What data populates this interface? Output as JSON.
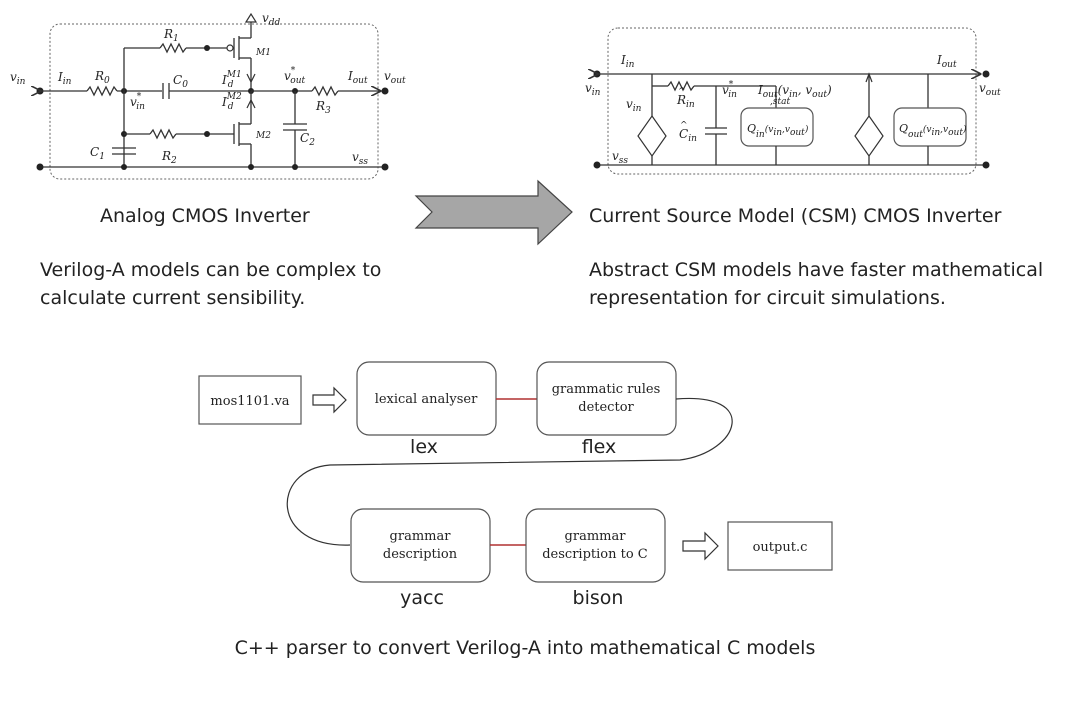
{
  "analog": {
    "caption": "Analog CMOS Inverter",
    "desc_line1": "Verilog-A models can be complex to",
    "desc_line2": "calculate current sensibility.",
    "labels": {
      "vdd": "v",
      "vdd_sub": "dd",
      "vin": "v",
      "vin_sub": "in",
      "iin": "I",
      "iin_sub": "in",
      "r0": "R",
      "r0_sub": "0",
      "r1": "R",
      "r1_sub": "1",
      "r2": "R",
      "r2_sub": "2",
      "r3": "R",
      "r3_sub": "3",
      "c0": "C",
      "c0_sub": "0",
      "c1": "C",
      "c1_sub": "1",
      "c2": "C",
      "c2_sub": "2",
      "m1": "M1",
      "m2": "M2",
      "id_m1": "I",
      "id_m1_sub": "d",
      "id_m1_sup": "M1",
      "id_m2": "I",
      "id_m2_sub": "d",
      "id_m2_sup": "M2",
      "vin_star": "v",
      "vin_star_sub": "in",
      "star": "*",
      "vout_star": "v",
      "vout_star_sub": "out",
      "iout": "I",
      "iout_sub": "out",
      "vout": "v",
      "vout_sub": "out",
      "vss": "v",
      "vss_sub": "ss"
    }
  },
  "csm": {
    "caption": "Current Source Model (CSM) CMOS Inverter",
    "desc_line1": "Abstract CSM models have faster mathematical",
    "desc_line2": "representation for circuit simulations.",
    "labels": {
      "iin": "I",
      "iin_sub": "in",
      "vin": "v",
      "vin_sub": "in",
      "vin_src": "v",
      "vin_src_sub": "in",
      "rin": "R",
      "rin_sub": "in",
      "hat": "^",
      "cin": "C",
      "cin_sub": "in",
      "vin_star": "v",
      "vin_star_sub": "in",
      "star": "*",
      "iout_stat": "I",
      "iout_stat_sub": "out",
      "iout_stat_args": "(v",
      "iout_stat_args_sub": "in",
      "iout_stat_args_rest": ", v",
      "iout_stat_args_sub2": "out",
      "iout_stat_close": ")",
      "stat": ",stat",
      "qin": "Q",
      "qin_sub": "in",
      "qin_args": "(v",
      "qin_args_sub": "in",
      "qin_args_rest": ",v",
      "qin_args_sub2": "out",
      "qin_close": ")",
      "qout": "Q",
      "qout_sub": "out",
      "qout_args": "(v",
      "qout_args_sub": "in",
      "qout_args_rest": ",v",
      "qout_args_sub2": "out",
      "qout_close": ")",
      "iout": "I",
      "iout_sub": "out",
      "vout": "v",
      "vout_sub": "out",
      "vss": "v",
      "vss_sub": "ss"
    }
  },
  "flow": {
    "input_file": "mos1101.va",
    "lexical": "lexical analyser",
    "grammatic_line1": "grammatic rules",
    "grammatic_line2": "detector",
    "grammar_line1": "grammar",
    "grammar_line2": "description",
    "grammar_c_line1": "grammar",
    "grammar_c_line2": "description to C",
    "output_file": "output.c",
    "tag_lex": "lex",
    "tag_flex": "flex",
    "tag_yacc": "yacc",
    "tag_bison": "bison",
    "caption": "C++ parser to convert Verilog-A into mathematical C models"
  },
  "colors": {
    "big_arrow_fill": "#a6a6a6",
    "connector": "#b03030"
  }
}
